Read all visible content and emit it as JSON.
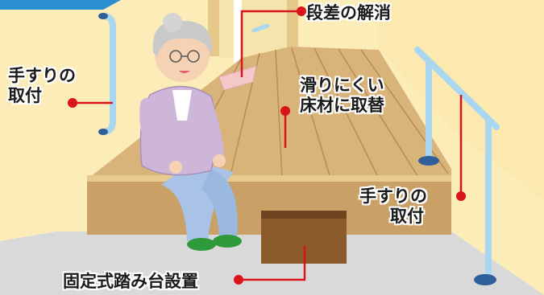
{
  "labels": {
    "step_removal": "段差の解消",
    "handrail_left": [
      "手すりの",
      "取付"
    ],
    "floor_replace": [
      "滑りにくい",
      "床材に取替"
    ],
    "handrail_right": [
      "手すりの",
      "取付"
    ],
    "step_stool": "固定式踏み台設置"
  },
  "colors": {
    "wall": "#fbecb8",
    "wood": "#d8b37a",
    "wood_dark": "#b98c4f",
    "floor_gray": "#d9d9d9",
    "rail": "#a9d6f0",
    "rail_base": "#2f5f98",
    "callout": "#d9141b",
    "cardigan": "#cdb6d8",
    "stool": "#8a5a2b",
    "accent_tab": "#2a8fd0"
  }
}
